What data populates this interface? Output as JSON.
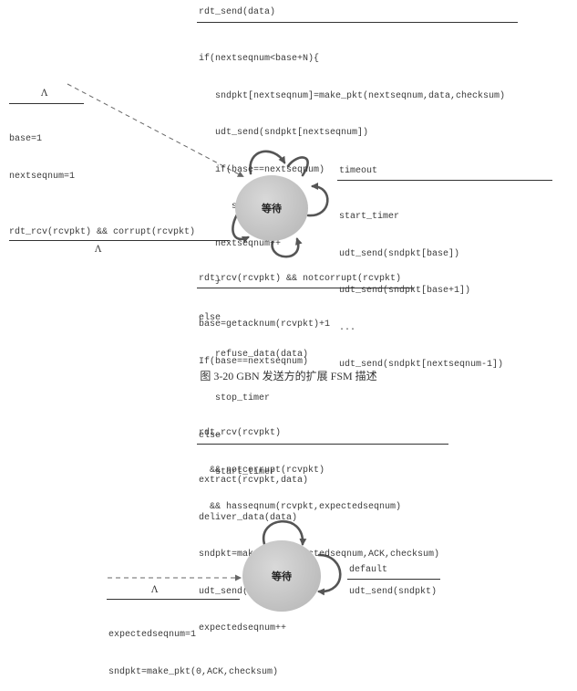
{
  "sender": {
    "send_event": "rdt_send(data)",
    "send_actions": [
      "if(nextseqnum<base+N){",
      "   sndpkt[nextseqnum]=make_pkt(nextseqnum,data,checksum)",
      "   udt_send(sndpkt[nextseqnum])",
      "   if(base==nextseqnum)",
      "      start_timer",
      "   nextseqnum++",
      "   }",
      "else",
      "   refuse_data(data)"
    ],
    "init_event": "Λ",
    "init_actions": [
      "base=1",
      "nextseqnum=1"
    ],
    "timeout_event": "timeout",
    "timeout_actions": [
      "start_timer",
      "udt_send(sndpkt[base])",
      "udt_send(sndpkt[base+1])",
      "...",
      "udt_send(sndpkt[nextseqnum-1])"
    ],
    "corrupt_event": "rdt_rcv(rcvpkt) && corrupt(rcvpkt)",
    "corrupt_action": "Λ",
    "ack_event": "rdt_rcv(rcvpkt) && notcorrupt(rcvpkt)",
    "ack_actions": [
      "base=getacknum(rcvpkt)+1",
      "If(base==nextseqnum)",
      "   stop_timer",
      "else",
      "   start_timer"
    ],
    "state_label": "等待"
  },
  "caption": "图 3-20   GBN 发送方的扩展 FSM 描述",
  "receiver": {
    "rcv_event": [
      "rdt_rcv(rcvpkt)",
      "  && notcorrupt(rcvpkt)",
      "  && hasseqnum(rcvpkt,expectedseqnum)"
    ],
    "rcv_actions": [
      "extract(rcvpkt,data)",
      "deliver_data(data)",
      "sndpkt=make_pkt(expectedseqnum,ACK,checksum)",
      "udt_send(sndpkt)",
      "expectedseqnum++"
    ],
    "default_event": "default",
    "default_action": "udt_send(sndpkt)",
    "init_event": "Λ",
    "init_actions": [
      "expectedseqnum=1",
      "sndpkt=make_pkt(0,ACK,checksum)"
    ],
    "state_label": "等待"
  }
}
